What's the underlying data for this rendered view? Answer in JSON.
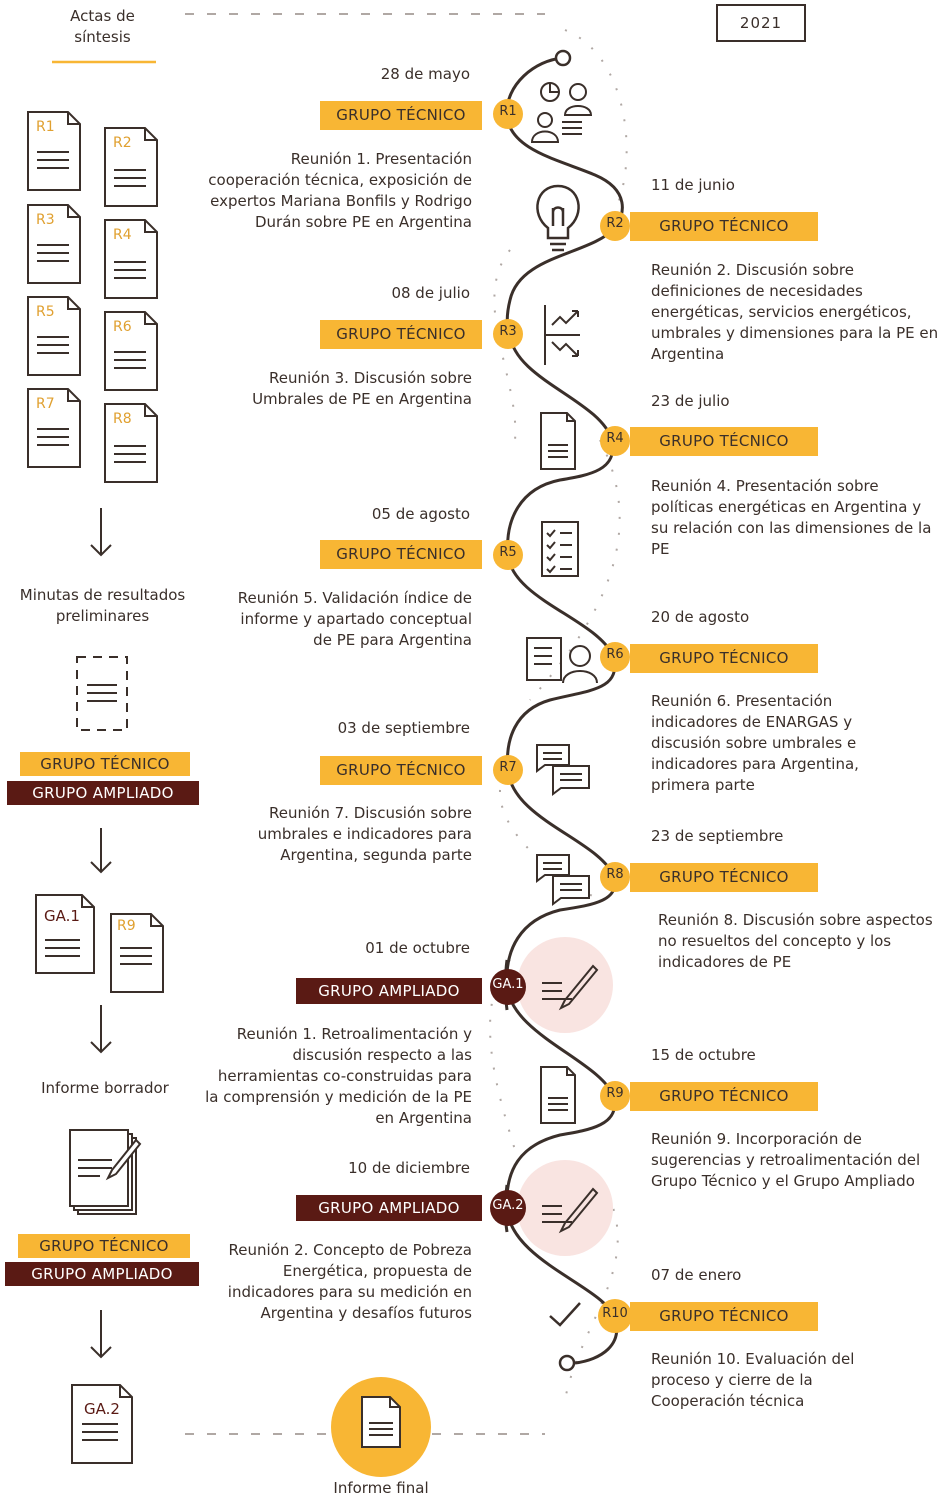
{
  "year": "2021",
  "left_column": {
    "actas_title": "Actas de\nsíntesis",
    "actas_docs": [
      "R1",
      "R2",
      "R3",
      "R4",
      "R5",
      "R6",
      "R7",
      "R8"
    ],
    "minutas_title": "Minutas de resultados\npreliminares",
    "group_labels_1": [
      "GRUPO TÉCNICO",
      "GRUPO AMPLIADO"
    ],
    "docs_after_1": [
      "GA.1",
      "R9"
    ],
    "informe_borrador": "Informe borrador",
    "group_labels_2": [
      "GRUPO TÉCNICO",
      "GRUPO AMPLIADO"
    ],
    "final_doc": "GA.2",
    "informe_final": "Informe final"
  },
  "meetings": [
    {
      "code": "R1",
      "date": "28 de mayo",
      "group": "GRUPO TÉCNICO",
      "desc": "Reunión 1. Presentación cooperación técnica, exposición de expertos Mariana Bonfils y Rodrigo Durán sobre PE en Argentina"
    },
    {
      "code": "R2",
      "date": "11 de junio",
      "group": "GRUPO TÉCNICO",
      "desc": "Reunión 2. Discusión sobre definiciones de necesidades energéticas, servicios energéticos, umbrales y dimensiones para la PE en Argentina"
    },
    {
      "code": "R3",
      "date": "08 de julio",
      "group": "GRUPO TÉCNICO",
      "desc": "Reunión 3. Discusión sobre Umbrales de PE en Argentina"
    },
    {
      "code": "R4",
      "date": "23 de julio",
      "group": "GRUPO TÉCNICO",
      "desc": "Reunión 4. Presentación sobre políticas energéticas en Argentina y su relación con las dimensiones de la PE"
    },
    {
      "code": "R5",
      "date": "05 de agosto",
      "group": "GRUPO TÉCNICO",
      "desc": "Reunión 5. Validación índice de informe y apartado conceptual de PE para Argentina"
    },
    {
      "code": "R6",
      "date": "20 de agosto",
      "group": "GRUPO TÉCNICO",
      "desc": "Reunión 6. Presentación indicadores de ENARGAS y discusión sobre umbrales e indicadores para Argentina, primera parte"
    },
    {
      "code": "R7",
      "date": "03 de septiembre",
      "group": "GRUPO TÉCNICO",
      "desc": "Reunión 7. Discusión sobre umbrales e indicadores para Argentina, segunda parte"
    },
    {
      "code": "R8",
      "date": "23 de septiembre",
      "group": "GRUPO TÉCNICO",
      "desc": "Reunión 8. Discusión sobre aspectos no resueltos del concepto y los indicadores de PE"
    },
    {
      "code": "GA.1",
      "date": "01 de octubre",
      "group": "GRUPO AMPLIADO",
      "desc": "Reunión 1. Retroalimentación y discusión respecto a las herramientas co-construidas para la comprensión y medición de la PE en Argentina"
    },
    {
      "code": "R9",
      "date": "15 de octubre",
      "group": "GRUPO TÉCNICO",
      "desc": "Reunión 9. Incorporación de sugerencias y retroalimentación del Grupo Técnico y el Grupo Ampliado"
    },
    {
      "code": "GA.2",
      "date": "10 de diciembre",
      "group": "GRUPO AMPLIADO",
      "desc": "Reunión 2. Concepto de Pobreza Energética, propuesta de indicadores para su medición en Argentina y desafíos futuros"
    },
    {
      "code": "R10",
      "date": "07 de enero",
      "group": "GRUPO TÉCNICO",
      "desc": "Reunión 10. Evaluación del proceso y cierre de la Cooperación técnica"
    }
  ],
  "colors": {
    "accent": "#f8b634",
    "dark": "#5a1a14",
    "line": "#3a2f2a",
    "pink": "#f9e4e1",
    "dash": "#b0a8a4"
  }
}
